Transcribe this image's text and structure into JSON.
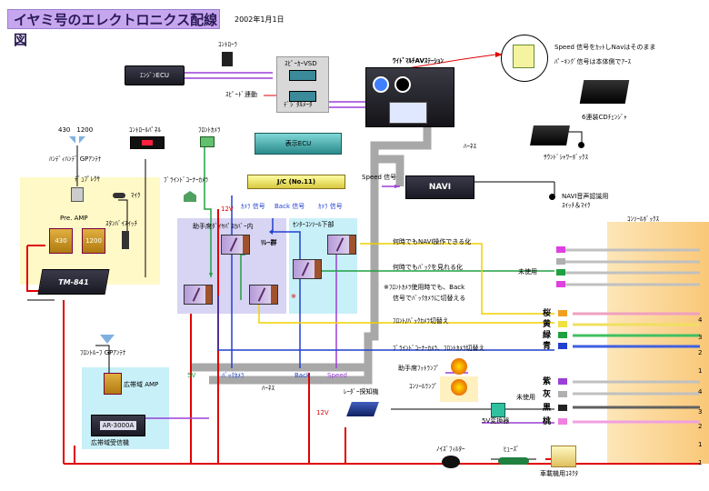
{
  "header": {
    "title": "イヤミ号のエレクトロニクス配線図",
    "date": "2002年1月1日"
  },
  "components": {
    "engine_ecu": "ｴﾝｼﾞﾝECU",
    "controller": "ｺﾝﾄﾛｰﾗ",
    "speaker_vsd": "ｽﾋﾟｰｶｰVSD",
    "digital_meter": "ﾃﾞｼﾞﾀﾙﾒｰﾀ",
    "speed_sensor": "ｽﾋﾟｰﾄﾞ連動",
    "wide_station": "ﾜｲﾄﾞﾏﾙﾁAVｽﾃｰｼｮﾝ",
    "speed_note_1": "Speed 信号をｶｯﾄしNavはそのまま",
    "speed_note_2": "ﾊﾟｰｷﾝｸﾞ信号は本体側でｱｰｽ",
    "cd_changer": "6連装CDﾁｪﾝｼﾞｬ",
    "subwoofer": "ｻｳﾝﾄﾞｼｬﾜｰﾎﾞｯｸｽ",
    "harness_1": "ﾊｰﾈｽ",
    "navi": "NAVI",
    "navi_mic_1": "NAVI音声認識用",
    "navi_mic_2": "ｽｲｯﾁ＆ﾏｲｸ",
    "control_panel": "ｺﾝﾄﾛｰﾙﾊﾟﾈﾙ",
    "front_camera": "ﾌﾛﾝﾄｶﾒﾗ",
    "ecu_display": "表示ECU",
    "jc": "J/C (No.11)",
    "speed_signal": "Speed 信号",
    "blind_camera": "ﾌﾞﾗｲﾝﾄﾞｺｰﾅｰｶﾒﾗ",
    "v12_a": "12V",
    "camera_signal": "ｶﾒﾗ 信号",
    "back_signal": "Back 信号",
    "camera_signal_2": "ｶﾒﾗ 信号",
    "antenna_freq": "430　1200",
    "ham_antenna": "ﾊﾝﾃﾞｨﾊﾝﾃﾞ GPｱﾝﾃﾅ",
    "duplexer": "ﾃﾞｭﾌﾟﾚｸｻ",
    "mic": "ﾏｲｸ",
    "pre_amp": "Pre. AMP",
    "standby_switch": "ｽﾀﾝﾊﾞｲｽｲｯﾁ",
    "amp_430": "430",
    "amp_1200": "1200",
    "tm841": "TM-841",
    "passenger_area": "助手席ﾀﾞｲﾔﾊﾟｽｶﾊﾞｰ内",
    "relay_group": "ﾘﾚｰ群",
    "center_console": "ｾﾝﾀｰｺﾝｿｰﾙ下部",
    "note_navi": "何時でもNAVI操作できる化",
    "note_back": "何時でもﾊﾞｯｸを見れる化",
    "note_front_1": "※ﾌﾛﾝﾄｶﾒﾗ使用時でも、Back",
    "note_front_2": "信号でﾊﾞｯｸｶﾒﾗに切替える",
    "front_back_switch": "ﾌﾛﾝﾄ/ﾊﾞｯｸｶﾒﾗ切替え",
    "blind_front_switch": "ﾌﾞﾗｲﾝﾄﾞｺｰﾅｰｶﾒﾗ、ﾌﾛﾝﾄｶﾒﾗ切替え",
    "unused_1": "未使用",
    "console_box": "ｺﾝｿｰﾙﾎﾞｯｸｽ",
    "wire_colors_top": [
      "桜",
      "黄",
      "緑",
      "青"
    ],
    "wire_nums_top": [
      "4",
      "1",
      "3",
      "2"
    ],
    "wire_colors_bottom": [
      "紫",
      "灰",
      "黒",
      "桃"
    ],
    "wire_nums_bottom": [
      "1",
      "4",
      "3",
      "2"
    ],
    "unused_2": "未使用",
    "v5_label": "5V",
    "back_camera": "ﾊﾞｯｸｶﾒﾗ",
    "back_wire": "Back",
    "speed_wire": "Speed",
    "harness_2": "ﾊｰﾈｽ",
    "passenger_lamp": "助手席ﾌｯﾄﾗﾝﾌﾟ",
    "console_lamp": "ｺﾝｿｰﾙﾗﾝﾌﾟ",
    "radar": "ﾚｰﾀﾞｰ探知機",
    "v12_b": "12V",
    "v5_converter": "5V変換器",
    "front_roof_antenna": "ﾌﾛﾝﾄﾙｰﾌ GPｱﾝﾃﾅ",
    "wideband_amp": "広帯域 AMP",
    "receiver": "AR-3000A",
    "receiver_label": "広帯域受信機",
    "noise_filter": "ﾉｲｽﾞﾌｨﾙﾀｰ",
    "fuse": "ﾋｭｰｽﾞ",
    "connector": "車載機用ｺﾈｸﾀ",
    "bottom_num": "1"
  },
  "colors": {
    "title_bg": "#c7a6f0",
    "ham_area": "#fff9c8",
    "relay_area_left": "#d8d4f4",
    "relay_area_right": "#c8f0f8",
    "receiver_area": "#c8f0f8",
    "power_wire": "#e00000",
    "harness": "#a0a0a0"
  }
}
